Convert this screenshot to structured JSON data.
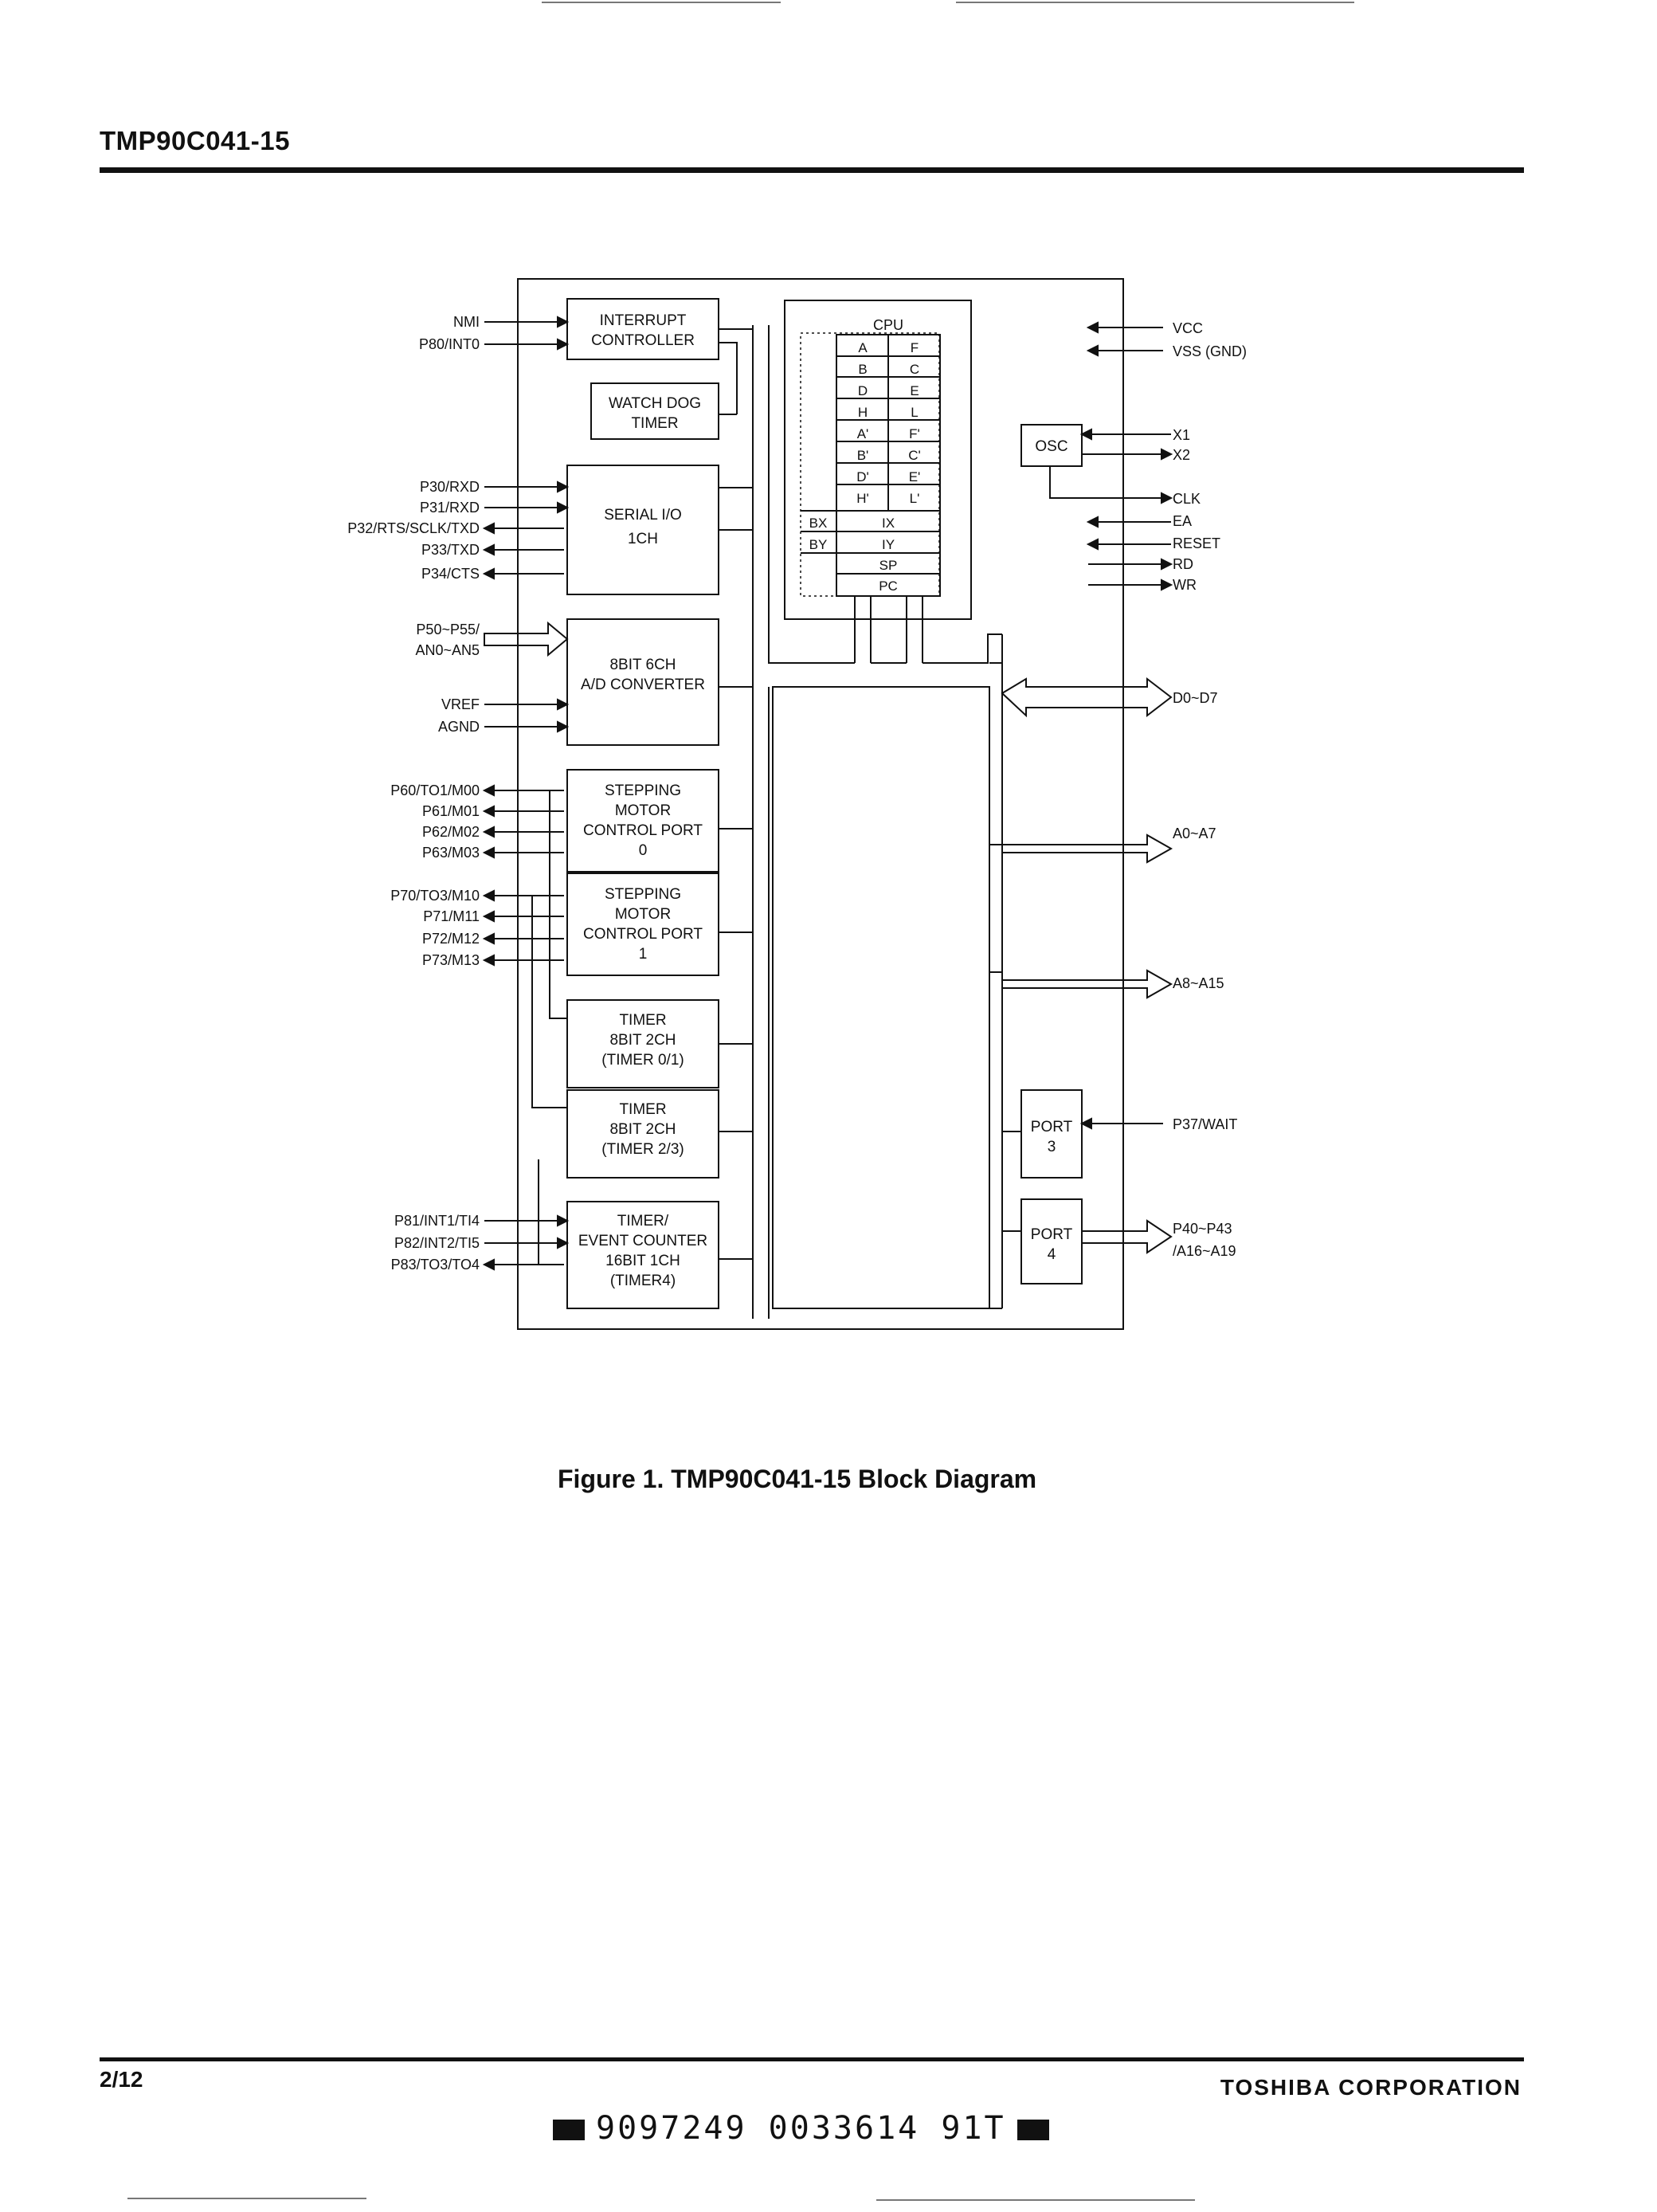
{
  "header": {
    "title": "TMP90C041-15"
  },
  "caption": "Figure 1. TMP90C041-15 Block Diagram",
  "footer": {
    "page": "2/12",
    "company": "TOSHIBA CORPORATION",
    "barcode_text": "9097249 0033614 91T"
  },
  "diagram": {
    "blocks": {
      "interrupt": [
        "INTERRUPT",
        "CONTROLLER"
      ],
      "watchdog": [
        "WATCH DOG",
        "TIMER"
      ],
      "serial": [
        "SERIAL I/O",
        "1CH"
      ],
      "adc": [
        "8BIT 6CH",
        "A/D CONVERTER"
      ],
      "smcp0": [
        "STEPPING",
        "MOTOR",
        "CONTROL PORT",
        "0"
      ],
      "smcp1": [
        "STEPPING",
        "MOTOR",
        "CONTROL PORT",
        "1"
      ],
      "timer01": [
        "TIMER",
        "8BIT 2CH",
        "(TIMER 0/1)"
      ],
      "timer23": [
        "TIMER",
        "8BIT 2CH",
        "(TIMER 2/3)"
      ],
      "timer4": [
        "TIMER/",
        "EVENT COUNTER",
        "16BIT 1CH",
        "(TIMER4)"
      ],
      "osc": "OSC",
      "port3": [
        "PORT",
        "3"
      ],
      "port4": [
        "PORT",
        "4"
      ]
    },
    "cpu": {
      "title": "CPU",
      "registers": [
        [
          "A",
          "F"
        ],
        [
          "B",
          "C"
        ],
        [
          "D",
          "E"
        ],
        [
          "H",
          "L"
        ],
        [
          "A'",
          "F'"
        ],
        [
          "B'",
          "C'"
        ],
        [
          "D'",
          "E'"
        ],
        [
          "H'",
          "L'"
        ]
      ],
      "index": [
        [
          "BX",
          "IX"
        ],
        [
          "BY",
          "IY"
        ]
      ],
      "sp": "SP",
      "pc": "PC"
    },
    "left_pins": {
      "interrupt": [
        "NMI",
        "P80/INT0"
      ],
      "serial": [
        "P30/RXD",
        "P31/RXD",
        "P32/RTS/SCLK/TXD",
        "P33/TXD",
        "P34/CTS"
      ],
      "adc_bus": [
        "P50~P55/",
        "AN0~AN5"
      ],
      "adc_ref": [
        "VREF",
        "AGND"
      ],
      "smcp0": [
        "P60/TO1/M00",
        "P61/M01",
        "P62/M02",
        "P63/M03"
      ],
      "smcp1": [
        "P70/TO3/M10",
        "P71/M11",
        "P72/M12",
        "P73/M13"
      ],
      "timer4": [
        "P81/INT1/TI4",
        "P82/INT2/TI5",
        "P83/TO3/TO4"
      ]
    },
    "right_pins": {
      "power": [
        "VCC",
        "VSS (GND)"
      ],
      "clock": [
        "X1",
        "X2"
      ],
      "control": [
        "CLK",
        "EA",
        "RESET",
        "RD",
        "WR"
      ],
      "data_bus": "D0~D7",
      "addr_low": "A0~A7",
      "addr_high": "A8~A15",
      "port3": "P37/WAIT",
      "port4": [
        "P40~P43",
        "/A16~A19"
      ]
    }
  }
}
